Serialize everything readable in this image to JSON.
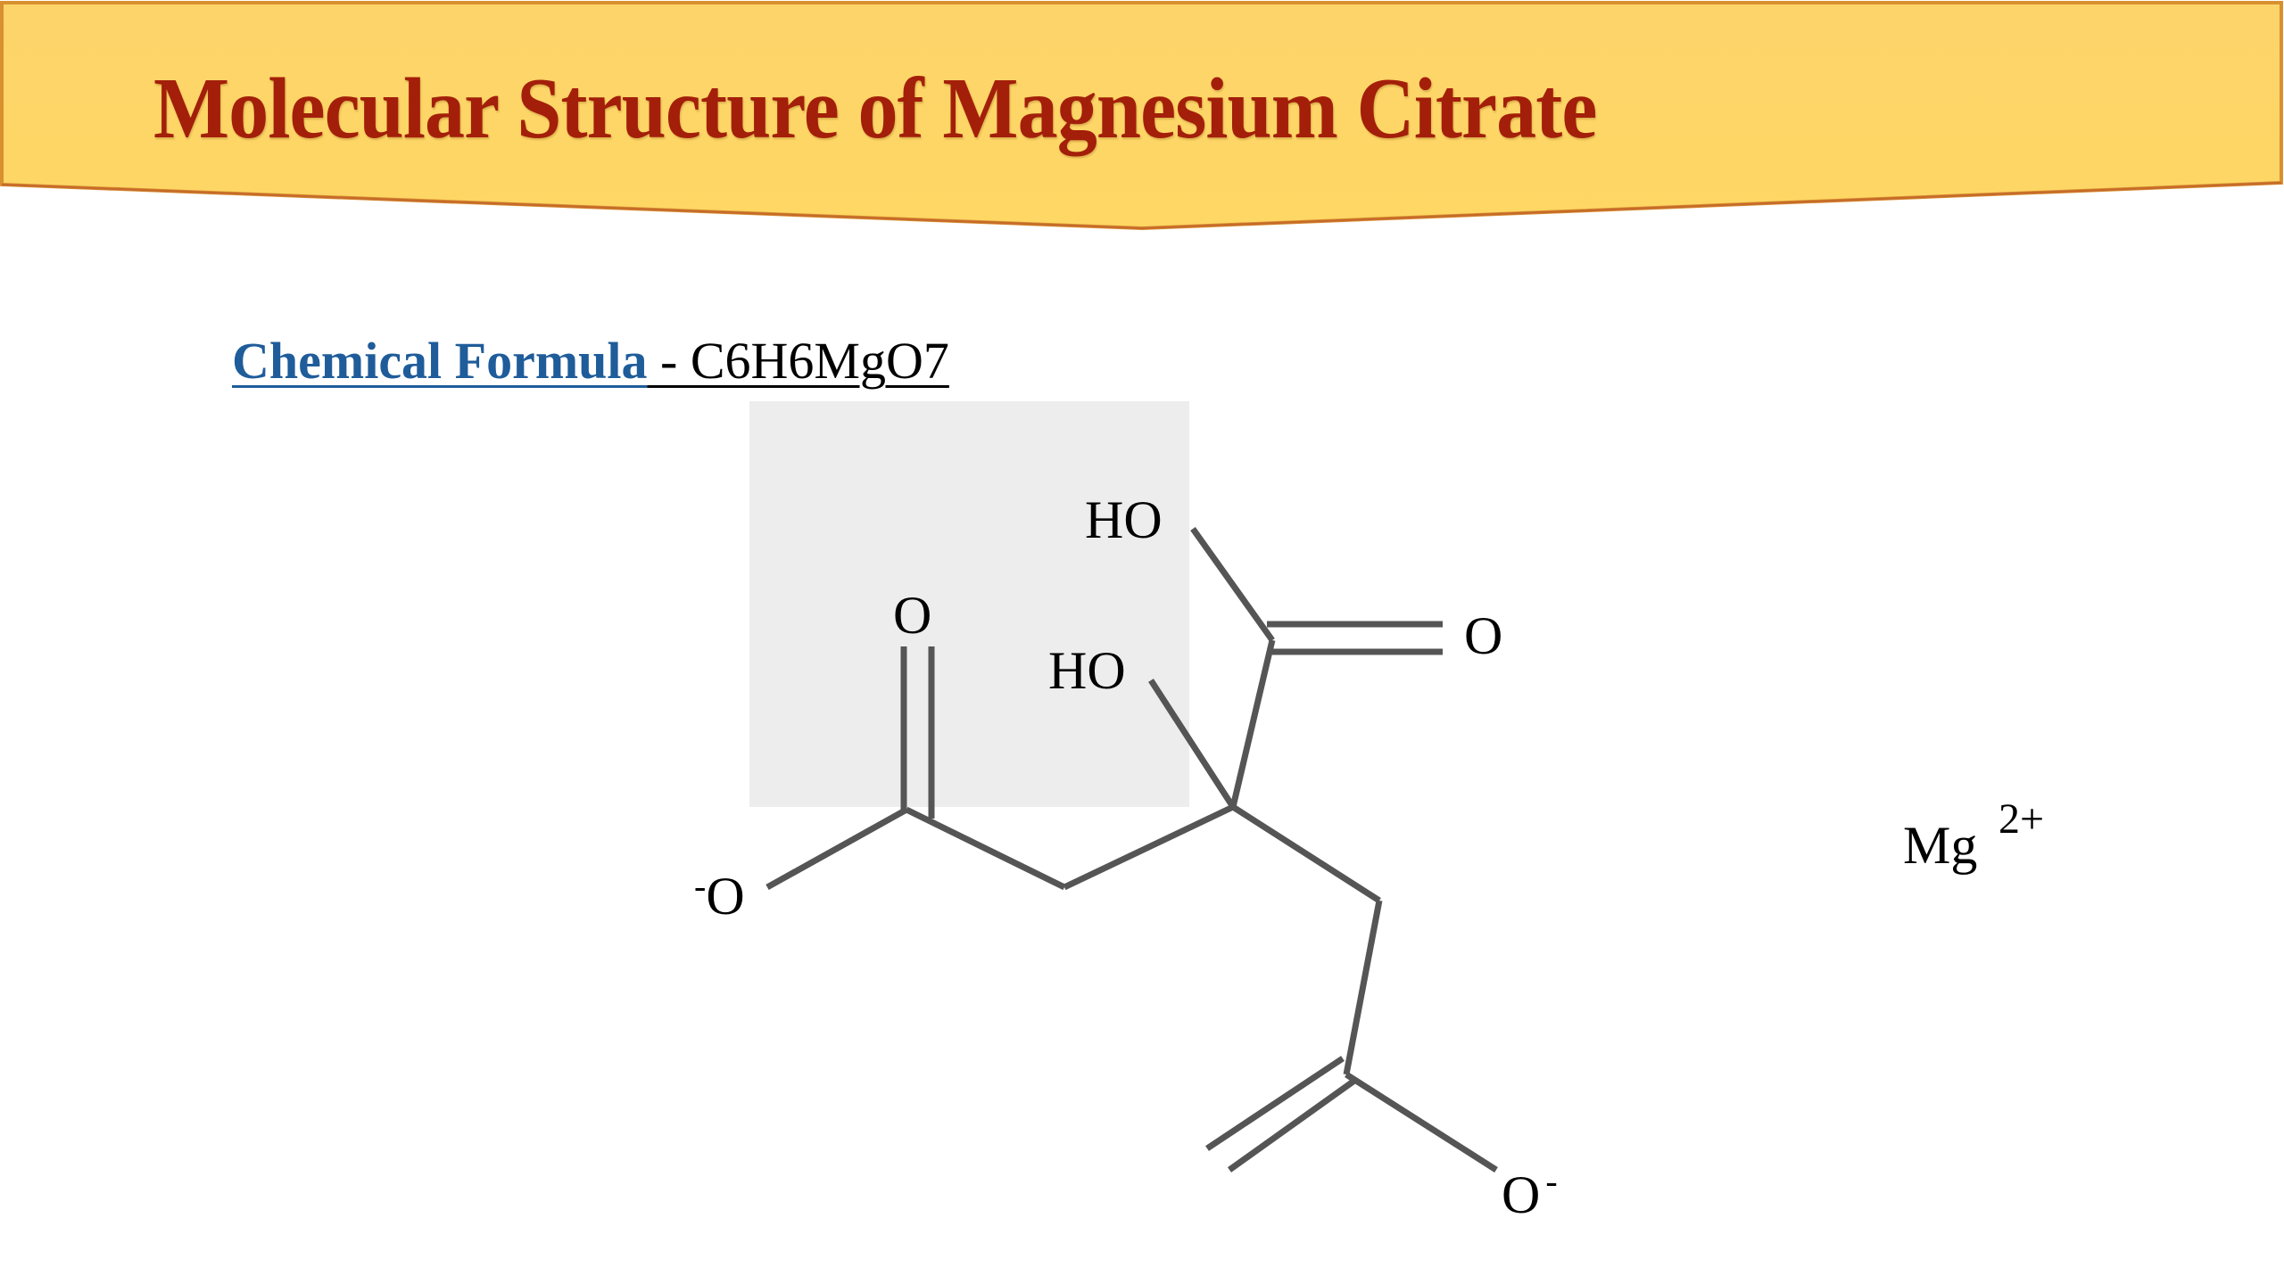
{
  "slide": {
    "title": "Molecular Structure of Magnesium Citrate",
    "formula_label": "Chemical Formula",
    "formula_value": " - C6H6MgO7"
  },
  "colors": {
    "banner_fill": "#FDD667",
    "banner_border": "#D9902F",
    "title_text": "#A31F0A",
    "formula_label_text": "#1F5C9A",
    "bond_color": "#555555",
    "highlight_box": "#EDEDED"
  },
  "molecule": {
    "name": "Magnesium citrate",
    "atoms": {
      "hydroxyl_top": "HO",
      "hydroxyl_center": "HO",
      "carbonyl_o_left": "O",
      "carbonyl_o_right": "O",
      "carboxylate_left_o": "O",
      "carboxylate_left_charge": "-",
      "carboxylate_bottom_o": "O",
      "carboxylate_bottom_charge": "-"
    },
    "counter_ion": {
      "symbol": "Mg",
      "charge": "2+"
    }
  }
}
